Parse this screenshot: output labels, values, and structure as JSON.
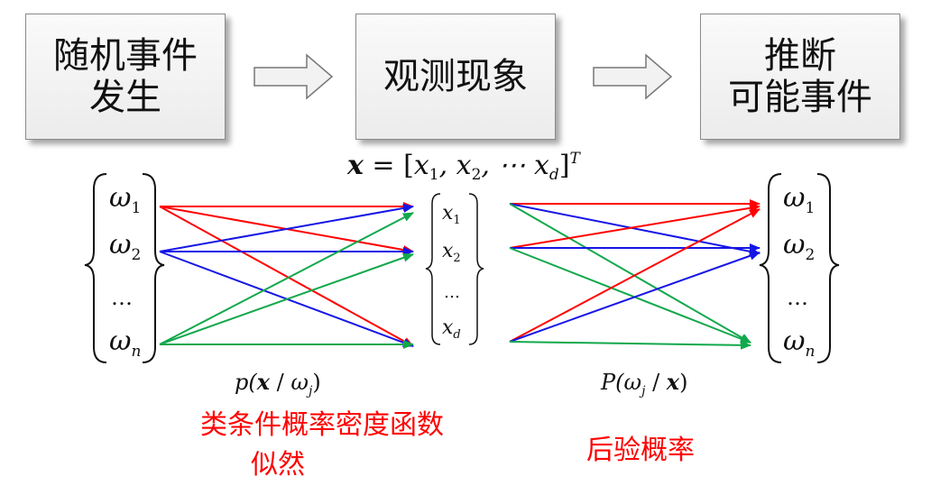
{
  "steps": {
    "step1": {
      "line1": "随机事件",
      "line2": "发生"
    },
    "step2": {
      "line1": "观测现象"
    },
    "step3": {
      "line1": "推断",
      "line2": "可能事件"
    }
  },
  "vector": {
    "lhs": "x",
    "eq": " = [",
    "items": [
      "x",
      "1",
      ", x",
      "2",
      ", ⋯ x",
      "d",
      "]"
    ],
    "sup": "T"
  },
  "left_set": {
    "items": [
      {
        "base": "ω",
        "sub": "1"
      },
      {
        "base": "ω",
        "sub": "2"
      },
      {
        "base": "…",
        "sub": ""
      },
      {
        "base": "ω",
        "sub": "n"
      }
    ]
  },
  "mid_set": {
    "items": [
      {
        "base": "x",
        "sub": "1"
      },
      {
        "base": "x",
        "sub": "2"
      },
      {
        "base": "…",
        "sub": ""
      },
      {
        "base": "x",
        "sub": "d"
      }
    ]
  },
  "right_set": {
    "items": [
      {
        "base": "ω",
        "sub": "1"
      },
      {
        "base": "ω",
        "sub": "2"
      },
      {
        "base": "…",
        "sub": ""
      },
      {
        "base": "ω",
        "sub": "n"
      }
    ]
  },
  "formula_left": {
    "p": "p(",
    "x": "x",
    "slash": " / ",
    "omega": "ω",
    "sub": "j",
    "close": ")"
  },
  "formula_right": {
    "p": "P(",
    "omega": "ω",
    "sub": "j",
    "slash": " / ",
    "x": "x",
    "close": ")"
  },
  "labels": {
    "left_line1": "类条件概率密度函数",
    "left_line2": "似然",
    "right_line1": "后验概率"
  },
  "colors": {
    "red": "#ff0000",
    "blue": "#1515e6",
    "green": "#12a84c",
    "label": "#ff0000"
  }
}
